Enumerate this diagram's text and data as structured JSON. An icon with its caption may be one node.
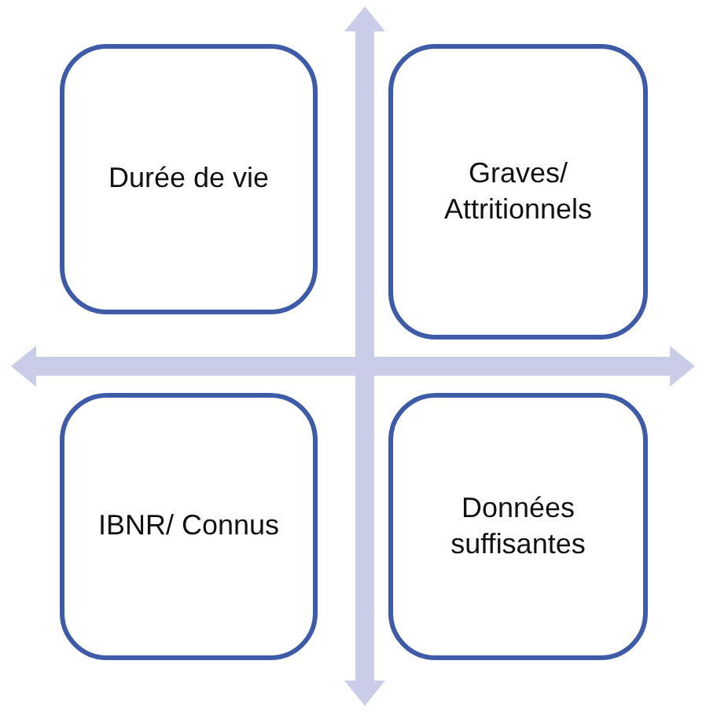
{
  "diagram": {
    "nodes": [
      {
        "text": [
          "Durée de vie"
        ]
      },
      {
        "text": [
          "Graves/ Attritionnels"
        ]
      },
      {
        "text": [
          "IBNR/ Connus"
        ]
      },
      {
        "text": [
          "Données suffisantes"
        ]
      }
    ]
  }
}
